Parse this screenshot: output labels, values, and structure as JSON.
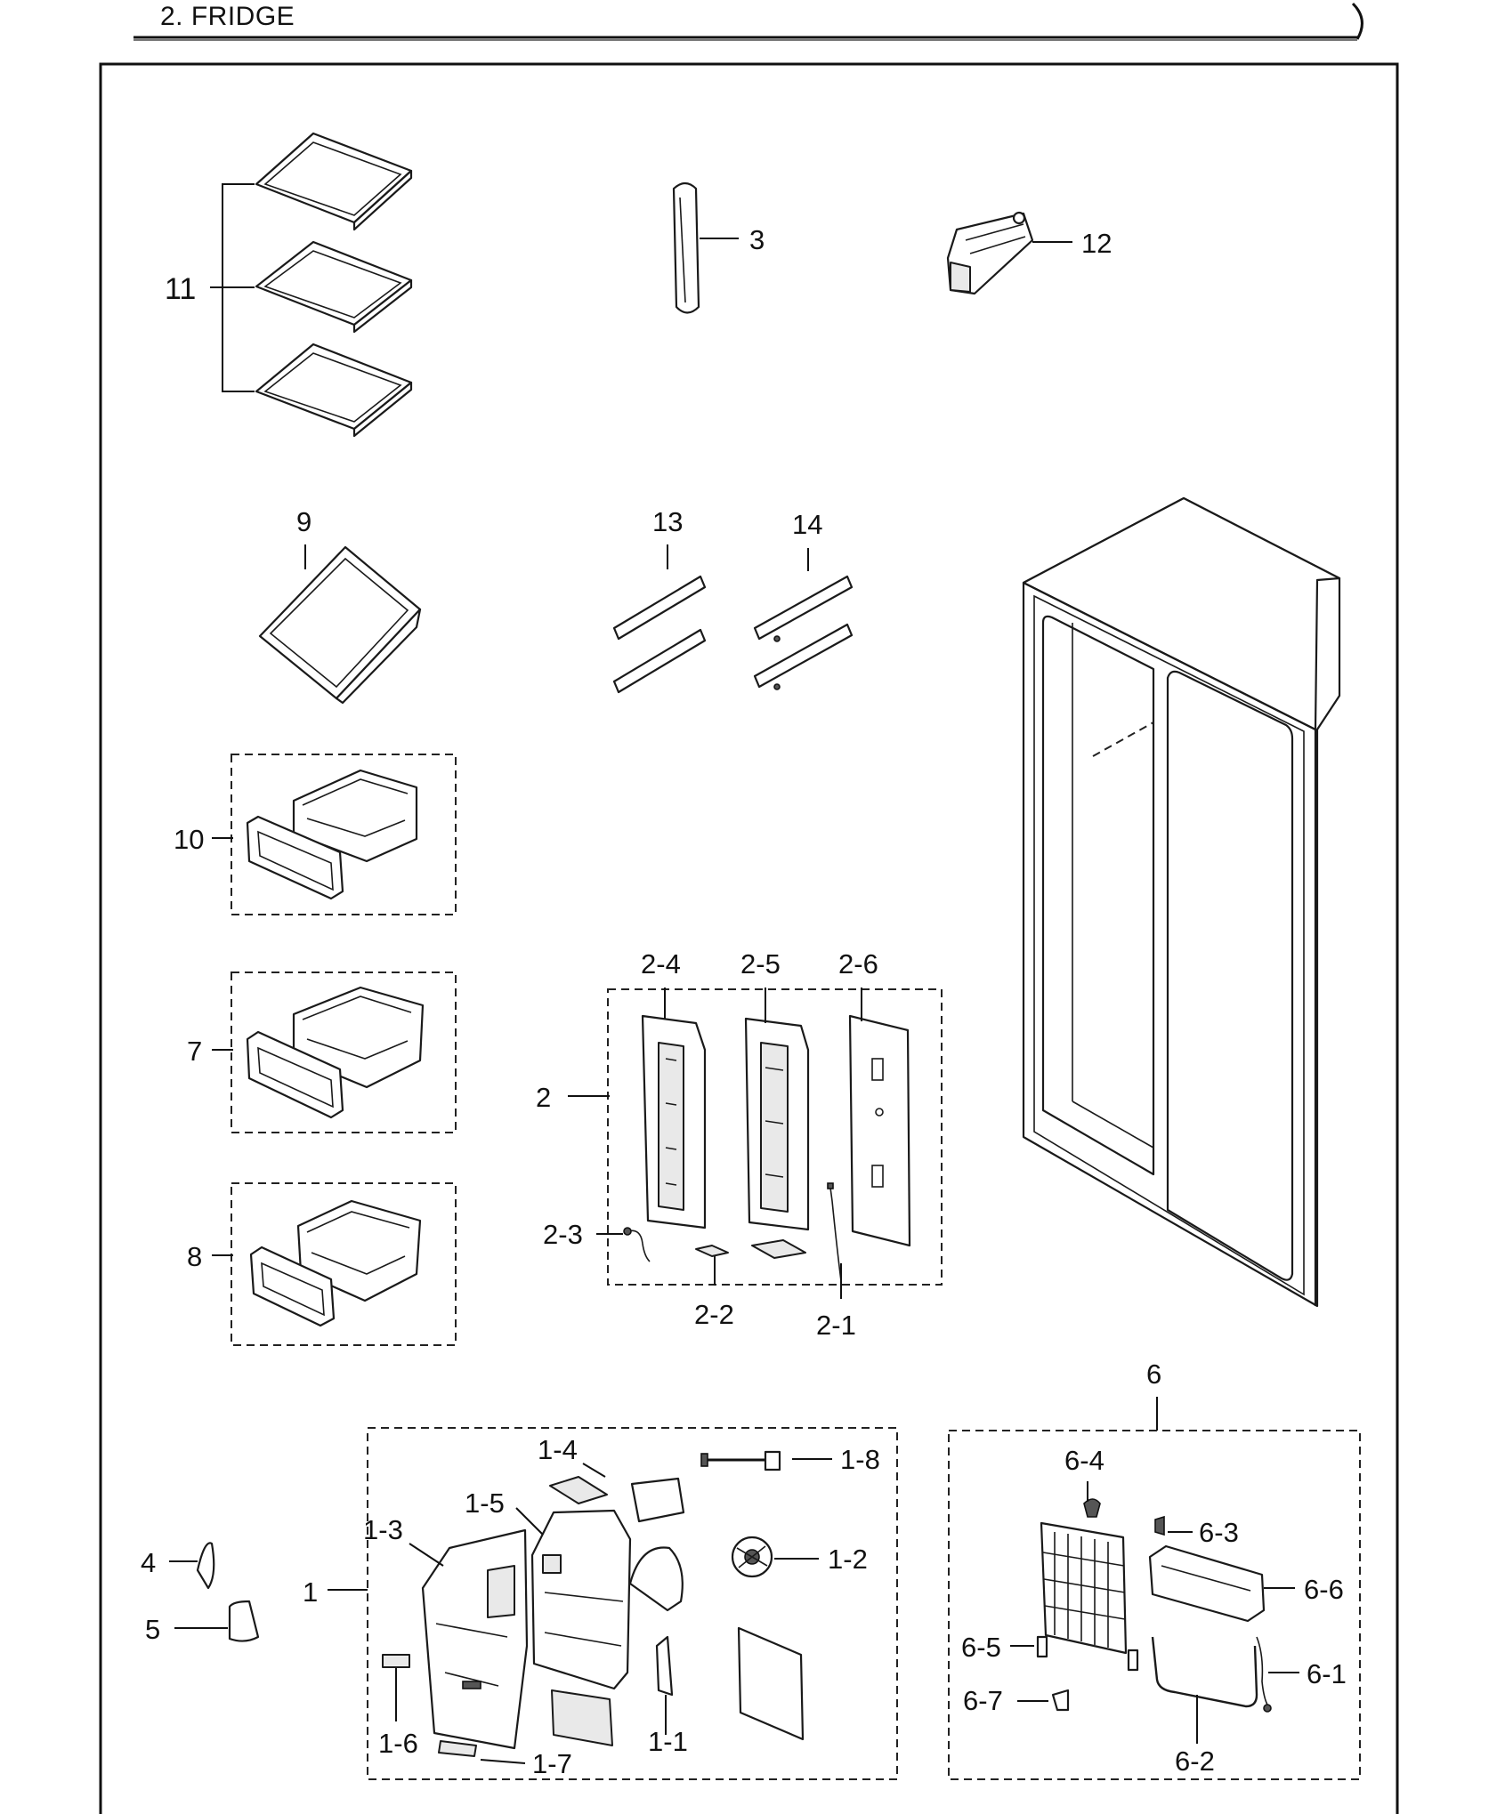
{
  "header": {
    "title": "2. FRIDGE"
  },
  "labels": {
    "p1": "1",
    "p1_1": "1-1",
    "p1_2": "1-2",
    "p1_3": "1-3",
    "p1_4": "1-4",
    "p1_5": "1-5",
    "p1_6": "1-6",
    "p1_7": "1-7",
    "p1_8": "1-8",
    "p2": "2",
    "p2_1": "2-1",
    "p2_2": "2-2",
    "p2_3": "2-3",
    "p2_4": "2-4",
    "p2_5": "2-5",
    "p2_6": "2-6",
    "p3": "3",
    "p4": "4",
    "p5": "5",
    "p6": "6",
    "p6_1": "6-1",
    "p6_2": "6-2",
    "p6_3": "6-3",
    "p6_4": "6-4",
    "p6_5": "6-5",
    "p6_6": "6-6",
    "p6_7": "6-7",
    "p7": "7",
    "p8": "8",
    "p9": "9",
    "p10": "10",
    "p11": "11",
    "p12": "12",
    "p13": "13",
    "p14": "14"
  }
}
